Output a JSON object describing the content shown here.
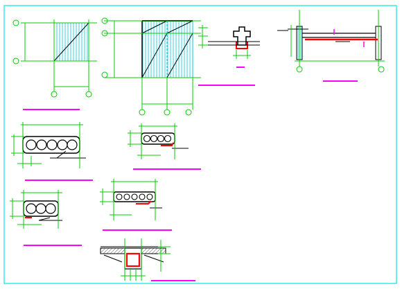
{
  "colors": {
    "background": "#ffffff",
    "frame": "#00e5e5",
    "dimension": "#00cc00",
    "outline": "#000000",
    "hatch": "#00c8d8",
    "title_bar": "#ff00ff",
    "rebar": "#ff0000"
  },
  "drawing": {
    "details": [
      {
        "kind": "floor-plan-single-bay"
      },
      {
        "kind": "floor-plan-double-bay"
      },
      {
        "kind": "joint-section-cross"
      },
      {
        "kind": "wall-beam-section"
      },
      {
        "kind": "hollow-slab-section-5-holes"
      },
      {
        "kind": "hollow-slab-section-4-holes"
      },
      {
        "kind": "hollow-slab-section-3-holes"
      },
      {
        "kind": "hollow-slab-section-5-small-holes"
      },
      {
        "kind": "beam-slab-joint-section"
      }
    ]
  }
}
